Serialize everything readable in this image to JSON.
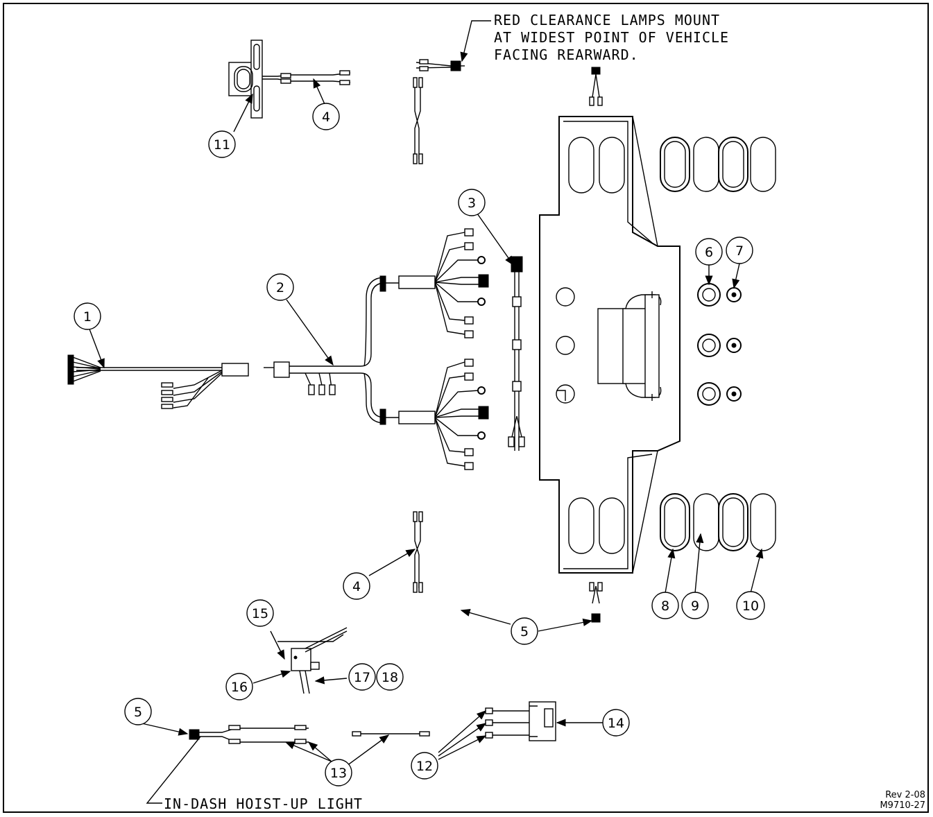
{
  "notes": {
    "clearance_line1": "RED CLEARANCE LAMPS MOUNT",
    "clearance_line2": "AT WIDEST POINT OF VEHICLE",
    "clearance_line3": "FACING REARWARD.",
    "hoist_light": "IN-DASH HOIST-UP LIGHT"
  },
  "revision": {
    "rev": "Rev 2-08",
    "drawing_no": "M9710-27"
  },
  "callouts": {
    "c1": "1",
    "c2": "2",
    "c3": "3",
    "c4a": "4",
    "c4b": "4",
    "c5a": "5",
    "c5b": "5",
    "c6": "6",
    "c7": "7",
    "c8": "8",
    "c9": "9",
    "c10": "10",
    "c11": "11",
    "c12": "12",
    "c13": "13",
    "c14": "14",
    "c15": "15",
    "c16": "16",
    "c17": "17",
    "c18": "18"
  }
}
